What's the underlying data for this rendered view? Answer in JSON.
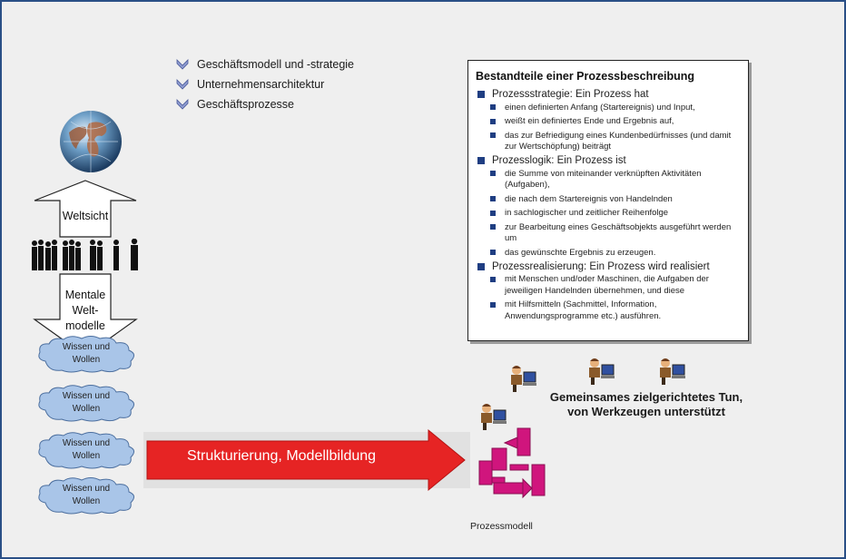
{
  "checklist": [
    {
      "label": "Geschäftsmodell und -strategie"
    },
    {
      "label": "Unternehmensarchitektur"
    },
    {
      "label": "Geschäftsprozesse"
    }
  ],
  "left": {
    "weltsicht": "Weltsicht",
    "mentale": [
      "Mentale",
      "Welt-",
      "modelle"
    ],
    "clouds": [
      {
        "line1": "Wissen und",
        "line2": "Wollen"
      },
      {
        "line1": "Wissen und",
        "line2": "Wollen"
      },
      {
        "line1": "Wissen und",
        "line2": "Wollen"
      },
      {
        "line1": "Wissen und",
        "line2": "Wollen"
      }
    ]
  },
  "arrow_label": "Strukturierung, Modellbildung",
  "process_box": {
    "title": "Bestandteile einer Prozessbeschreibung",
    "sections": [
      {
        "heading": "Prozessstrategie: Ein Prozess hat",
        "items": [
          "einen definierten Anfang (Startereignis) und Input,",
          "weißt ein definiertes Ende und Ergebnis auf,",
          "das zur Befriedigung eines Kundenbedürfnisses (und damit zur Wertschöpfung) beiträgt"
        ]
      },
      {
        "heading": "Prozesslogik: Ein Prozess ist",
        "items": [
          "die Summe von miteinander verknüpften Aktivitäten (Aufgaben),",
          "die nach dem Startereignis von Handelnden",
          "in sachlogischer und zeitlicher Reihenfolge",
          "zur Bearbeitung eines Geschäftsobjekts ausgeführt werden um",
          "das gewünschte Ergebnis zu erzeugen."
        ]
      },
      {
        "heading": "Prozessrealisierung: Ein Prozess wird realisiert",
        "items": [
          "mit Menschen und/oder Maschinen, die Aufgaben der jeweiligen Handelnden übernehmen, und diese",
          "mit Hilfsmitteln (Sachmittel, Information, Anwendungsprogramme etc.) ausführen."
        ]
      }
    ]
  },
  "tun": [
    "Gemeinsames zielgerichtetes Tun,",
    "von Werkzeugen unterstützt"
  ],
  "prozessmodell_label": "Prozessmodell",
  "colors": {
    "border": "#2a4f86",
    "bullet": "#1f3e82",
    "arrow": "#e62424",
    "cloud": "#a9c5e8",
    "model": "#d0157d"
  }
}
